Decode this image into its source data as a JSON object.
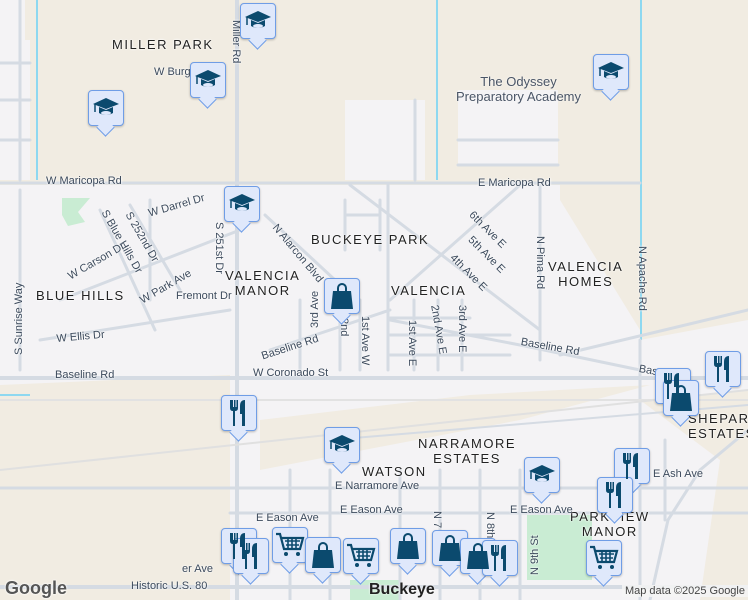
{
  "map": {
    "colors": {
      "background": "#f4f3f5",
      "tan": "#f1ece2",
      "road": "#d5dbe3",
      "water": "#8ed8f0",
      "park": "#c9ecd3",
      "pin_fill": "#dfe8fb",
      "pin_border": "#6f9de6",
      "icon": "#0b4a6e"
    },
    "areas": [
      "MILLER PARK",
      "BUCKEYE PARK",
      "VALENCIA\nMANOR",
      "BLUE HILLS",
      "VALENCIA",
      "VALENCIA\nHOMES",
      "NARRAMORE\nESTATES",
      "WATSON",
      "SHEPARD\nESTATES",
      "PARKVIEW\nMANOR"
    ],
    "poi": [
      "The Odyssey\nPreparatory Academy"
    ],
    "town": "Buckeye",
    "roads": [
      "W Maricopa Rd",
      "E Maricopa Rd",
      "W Darrel Dr",
      "S Blue Hills Dr",
      "S 252nd Dr",
      "W Carson Dr",
      "W Park Ave",
      "Fremont Dr",
      "S 251st Dr",
      "N Alarcon Blvd",
      "W Ellis Dr",
      "S Sunrise Way",
      "Baseline Rd",
      "Baseline Rd",
      "Baseline Rd",
      "W Coronado St",
      "3rd Ave",
      "2nd",
      "1st Ave W",
      "1st Ave E",
      "2nd Ave E",
      "3rd Ave E",
      "4th Ave E",
      "5th Ave E",
      "6th Ave E",
      "N Pima Rd",
      "N Apache Rd",
      "E Narramore Ave",
      "E Eason Ave",
      "E Eason Ave",
      "E Eason Ave",
      "E Ash Ave",
      "N 9th St",
      "N 8th",
      "N 7",
      "Historic U.S. 80",
      "Miller Rd",
      "W Burg",
      "Base",
      "er Ave"
    ],
    "markers": [
      {
        "type": "school",
        "icon": "graduation-cap-icon"
      },
      {
        "type": "school",
        "icon": "graduation-cap-icon"
      },
      {
        "type": "school",
        "icon": "graduation-cap-icon"
      },
      {
        "type": "school",
        "icon": "graduation-cap-icon"
      },
      {
        "type": "school",
        "icon": "graduation-cap-icon"
      },
      {
        "type": "school",
        "icon": "graduation-cap-icon"
      },
      {
        "type": "school",
        "icon": "graduation-cap-icon"
      },
      {
        "type": "shopping",
        "icon": "shopping-bag-icon"
      },
      {
        "type": "restaurant",
        "icon": "fork-knife-icon"
      },
      {
        "type": "restaurant",
        "icon": "fork-knife-icon"
      },
      {
        "type": "shopping",
        "icon": "shopping-bag-icon"
      },
      {
        "type": "restaurant",
        "icon": "fork-knife-icon"
      },
      {
        "type": "restaurant",
        "icon": "fork-knife-icon"
      },
      {
        "type": "restaurant",
        "icon": "fork-knife-icon"
      },
      {
        "type": "restaurant",
        "icon": "fork-knife-icon"
      },
      {
        "type": "restaurant",
        "icon": "fork-knife-icon"
      },
      {
        "type": "grocery",
        "icon": "shopping-cart-icon"
      },
      {
        "type": "shopping",
        "icon": "shopping-bag-icon"
      },
      {
        "type": "grocery",
        "icon": "shopping-cart-icon"
      },
      {
        "type": "shopping",
        "icon": "shopping-bag-icon"
      },
      {
        "type": "shopping",
        "icon": "shopping-bag-icon"
      },
      {
        "type": "shopping",
        "icon": "shopping-bag-icon"
      },
      {
        "type": "restaurant",
        "icon": "fork-knife-icon"
      },
      {
        "type": "grocery",
        "icon": "shopping-cart-icon"
      }
    ],
    "logo": "Google",
    "attribution": "Map data ©2025 Google"
  }
}
